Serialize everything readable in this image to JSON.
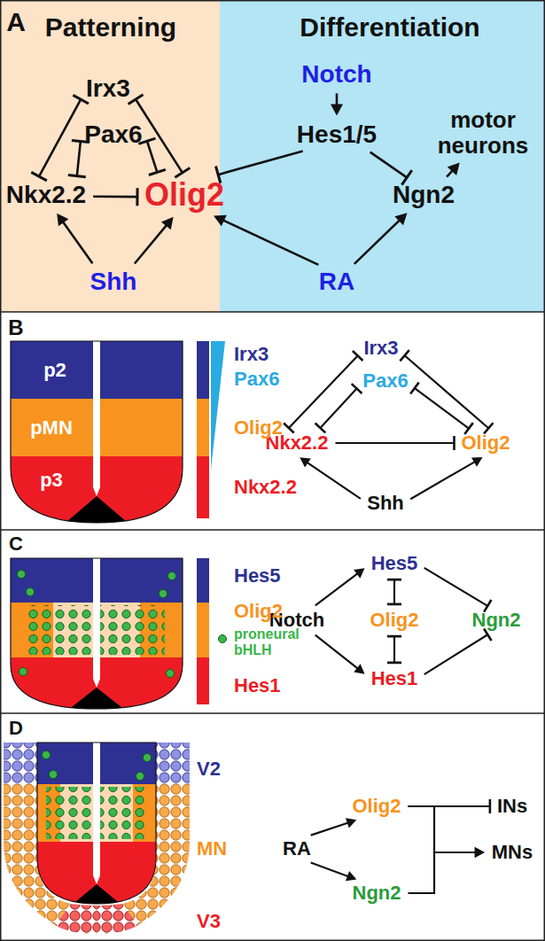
{
  "diagram": {
    "nodes": [
      {
        "text": [
          "Irx3"
        ]
      },
      {
        "text": [
          "Pax6"
        ]
      },
      {
        "text": [
          "Nkx2.2"
        ]
      },
      {
        "text": [
          "Olig2"
        ]
      },
      {
        "text": [
          "Shh"
        ]
      },
      {
        "text": [
          "Notch"
        ]
      },
      {
        "text": [
          "Hes1/5"
        ]
      },
      {
        "text": [
          "motor neurons"
        ]
      },
      {
        "text": [
          "Ngn2"
        ]
      },
      {
        "text": [
          "RA"
        ]
      },
      {
        "text": [
          "p2"
        ]
      },
      {
        "text": [
          "pMN"
        ]
      },
      {
        "text": [
          "p3"
        ]
      },
      {
        "text": [
          "Irx3"
        ]
      },
      {
        "text": [
          "Pax6"
        ]
      },
      {
        "text": [
          "Nkx2.2"
        ]
      },
      {
        "text": [
          "Olig2"
        ]
      },
      {
        "text": [
          "Shh"
        ]
      },
      {
        "text": [
          "Hes5"
        ]
      },
      {
        "text": [
          "Notch"
        ]
      },
      {
        "text": [
          "Olig2"
        ]
      },
      {
        "text": [
          "Ngn2"
        ]
      },
      {
        "text": [
          "Hes1"
        ]
      },
      {
        "text": [
          "Olig2"
        ]
      },
      {
        "text": [
          "INs"
        ]
      },
      {
        "text": [
          "RA"
        ]
      },
      {
        "text": [
          "MNs"
        ]
      },
      {
        "text": [
          "Ngn2"
        ]
      }
    ],
    "edges": [
      {
        "from": 0,
        "to": 2,
        "arrow": "both"
      },
      {
        "from": 0,
        "to": 3,
        "arrow": "both"
      },
      {
        "from": 1,
        "to": 2,
        "arrow": "both"
      },
      {
        "from": 1,
        "to": 3,
        "arrow": "both"
      },
      {
        "from": 2,
        "to": 3,
        "arrow": "to"
      },
      {
        "from": 4,
        "to": 2,
        "arrow": "to"
      },
      {
        "from": 4,
        "to": 3,
        "arrow": "to"
      },
      {
        "from": 5,
        "to": 6,
        "arrow": "to"
      },
      {
        "from": 6,
        "to": 3,
        "arrow": "to"
      },
      {
        "from": 6,
        "to": 8,
        "arrow": "to"
      },
      {
        "from": 9,
        "to": 3,
        "arrow": "to"
      },
      {
        "from": 9,
        "to": 8,
        "arrow": "to"
      },
      {
        "from": 8,
        "to": 7,
        "arrow": "to"
      },
      {
        "from": 13,
        "to": 15,
        "arrow": "both"
      },
      {
        "from": 13,
        "to": 16,
        "arrow": "both"
      },
      {
        "from": 14,
        "to": 15,
        "arrow": "both"
      },
      {
        "from": 14,
        "to": 16,
        "arrow": "both"
      },
      {
        "from": 15,
        "to": 16,
        "arrow": "to"
      },
      {
        "from": 17,
        "to": 15,
        "arrow": "to"
      },
      {
        "from": 17,
        "to": 16,
        "arrow": "to"
      },
      {
        "from": 19,
        "to": 18,
        "arrow": "to"
      },
      {
        "from": 19,
        "to": 22,
        "arrow": "to"
      },
      {
        "from": 18,
        "to": 20,
        "arrow": "both"
      },
      {
        "from": 22,
        "to": 20,
        "arrow": "both"
      },
      {
        "from": 18,
        "to": 21,
        "arrow": "to"
      },
      {
        "from": 22,
        "to": 21,
        "arrow": "to"
      },
      {
        "from": 25,
        "to": 23,
        "arrow": "to"
      },
      {
        "from": 25,
        "to": 27,
        "arrow": "to"
      },
      {
        "from": 23,
        "to": 24,
        "arrow": "to"
      },
      {
        "from": 23,
        "to": 26,
        "arrow": "to"
      },
      {
        "from": 27,
        "to": 26,
        "arrow": "to"
      }
    ],
    "labels": [
      "A",
      "Patterning",
      "Differentiation",
      "B",
      "C",
      "D",
      "V2",
      "MN",
      "V3"
    ],
    "legend": [
      {
        "text": "Irx3",
        "color": "#2e3192"
      },
      {
        "text": "Pax6",
        "color": "#29abe2"
      },
      {
        "text": "Olig2",
        "color": "#f7931e"
      },
      {
        "text": "Nkx2.2",
        "color": "#ed1c24"
      },
      {
        "text": "Hes5",
        "color": "#2e3192"
      },
      {
        "text": "Olig2",
        "color": "#f7931e"
      },
      {
        "text": "proneural bHLH",
        "color": "#39b54a"
      },
      {
        "text": "Hes1",
        "color": "#ed1c24"
      }
    ]
  }
}
